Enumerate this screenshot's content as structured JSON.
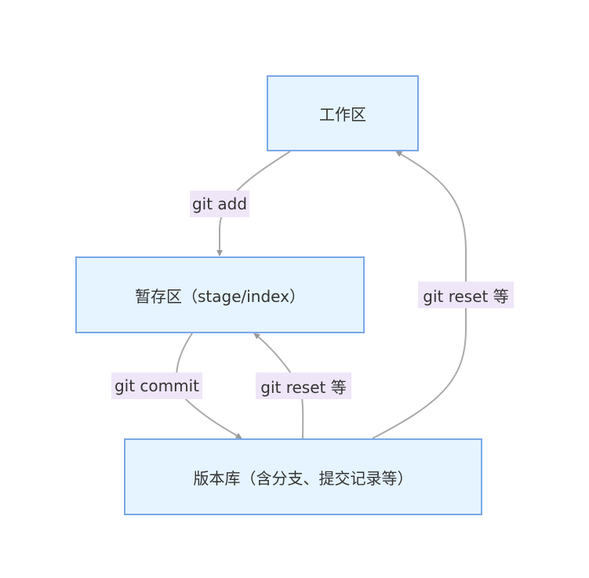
{
  "nodes": {
    "workspace": "工作区",
    "staging": "暂存区（stage/index）",
    "repository": "版本库（含分支、提交记录等）"
  },
  "edges": {
    "add": "git add",
    "commit": "git commit",
    "reset_to_staging": "git reset 等",
    "reset_to_workspace": "git reset 等"
  },
  "colors": {
    "node_fill": "#e6f4ff",
    "node_border": "#7aa7e6",
    "edge_line": "#aaaaaa",
    "label_fill": "#efe6f8"
  }
}
